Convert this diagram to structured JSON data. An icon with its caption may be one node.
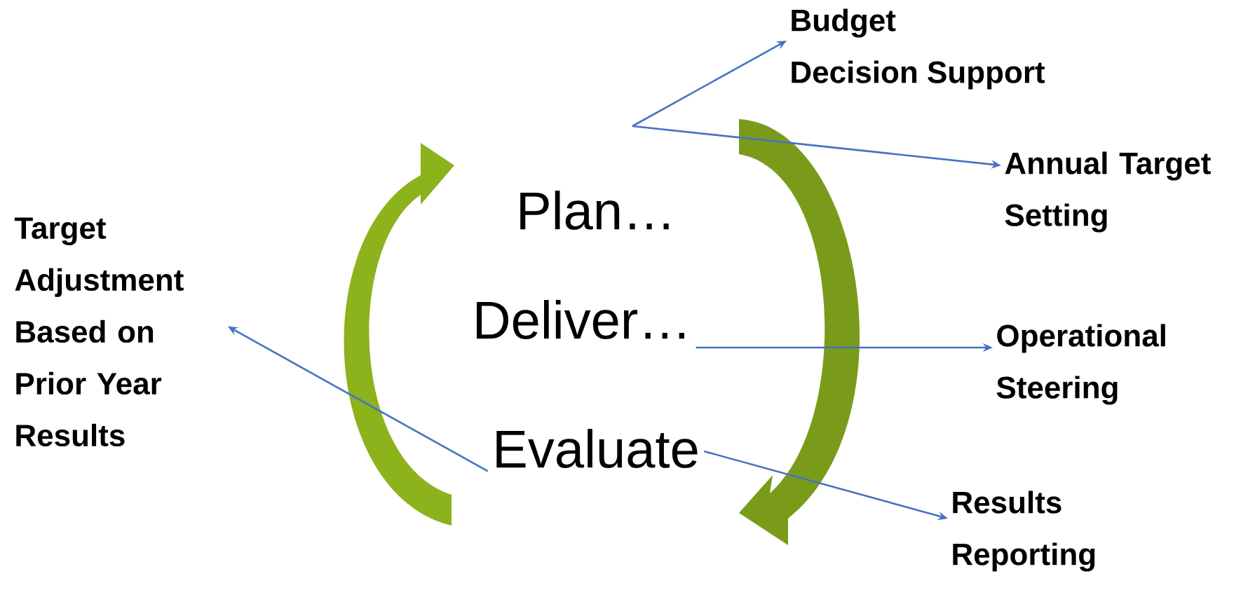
{
  "diagram": {
    "nodes": [
      {
        "text": [
          "Plan…"
        ]
      },
      {
        "text": [
          "Deliver…"
        ]
      },
      {
        "text": [
          "Evaluate"
        ]
      },
      {
        "text": [
          "Budget",
          "Decision Support"
        ]
      },
      {
        "text": [
          "Annual Target Setting"
        ]
      },
      {
        "text": [
          "Operational Steering"
        ]
      },
      {
        "text": [
          "Results Reporting"
        ]
      },
      {
        "text": [
          "Target Adjustment Based on Prior Year Results"
        ]
      }
    ],
    "edges": [
      {
        "from": null,
        "to": 3,
        "arrow": "to"
      },
      {
        "from": null,
        "to": 4,
        "arrow": "to"
      },
      {
        "from": 1,
        "to": 5,
        "arrow": "to"
      },
      {
        "from": 2,
        "to": 6,
        "arrow": "to"
      },
      {
        "from": 2,
        "to": 7,
        "arrow": "to"
      }
    ]
  }
}
